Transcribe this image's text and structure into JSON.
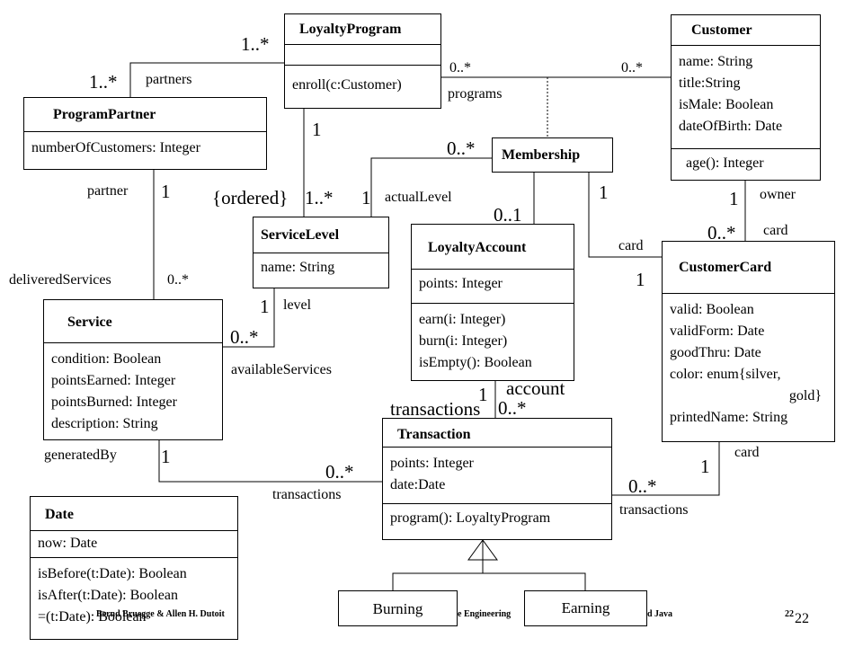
{
  "classes": {
    "loyalty_program": {
      "name": "LoyaltyProgram",
      "operations": [
        "enroll(c:Customer)"
      ]
    },
    "customer": {
      "name": "Customer",
      "attributes": [
        "name: String",
        "title:String",
        "isMale: Boolean",
        "dateOfBirth: Date"
      ],
      "operations": [
        "age(): Integer"
      ]
    },
    "program_partner": {
      "name": "ProgramPartner",
      "attributes": [
        "numberOfCustomers: Integer"
      ]
    },
    "membership": {
      "name": "Membership"
    },
    "service_level": {
      "name": "ServiceLevel",
      "attributes": [
        "name: String"
      ]
    },
    "loyalty_account": {
      "name": "LoyaltyAccount",
      "attributes": [
        "points: Integer"
      ],
      "operations": [
        "earn(i: Integer)",
        "burn(i: Integer)",
        "isEmpty(): Boolean"
      ]
    },
    "customer_card": {
      "name": "CustomerCard",
      "attributes": [
        "valid: Boolean",
        "validForm: Date",
        "goodThru: Date",
        "color: enum{silver,",
        "gold}",
        "printedName: String"
      ]
    },
    "service": {
      "name": "Service",
      "attributes": [
        "condition: Boolean",
        "pointsEarned: Integer",
        "pointsBurned: Integer",
        "description: String"
      ]
    },
    "transaction": {
      "name": "Transaction",
      "attributes": [
        "points: Integer",
        "date:Date"
      ],
      "operations": [
        "program(): LoyaltyProgram"
      ]
    },
    "date": {
      "name": "Date",
      "attributes": [
        "now: Date"
      ],
      "operations": [
        "isBefore(t:Date): Boolean",
        "isAfter(t:Date): Boolean",
        "=(t:Date): Boolean"
      ]
    },
    "burning": {
      "name": "Burning"
    },
    "earning": {
      "name": "Earning"
    }
  },
  "labels": {
    "partners_mult": "1..*",
    "program_mult": "1..*",
    "partners": "partners",
    "programs_mult_a": "0..*",
    "programs_mult_b": "0..*",
    "programs": "programs",
    "lp_level_mult": "1",
    "ordered": "{ordered}",
    "level_many": "1..*",
    "membership_mult": "0..*",
    "actual_mult": "1",
    "actual_level": "actualLevel",
    "account_mult": "0..1",
    "card_from_membership_mult": "1",
    "card_role": "card",
    "card_mult": "1",
    "owner_mult": "1",
    "owner": "owner",
    "cust_card_mult": "0..*",
    "card_label": "card",
    "partner": "partner",
    "partner_mult": "1",
    "delivered_services": "deliveredServices",
    "delivered_mult": "0..*",
    "level_mult": "1",
    "level": "level",
    "available_mult": "0..*",
    "available_services": "availableServices",
    "account_one": "1",
    "account": "account",
    "transactions_top": "transactions",
    "transactions_top_mult": "0..*",
    "generated_by": "generatedBy",
    "generated_mult": "1",
    "service_tx_mult": "0..*",
    "service_tx": "transactions",
    "card_tx_mult_top": "1",
    "card_tx_card": "card",
    "card_tx_mult": "0..*",
    "card_tx": "transactions"
  },
  "footer": {
    "authors": "Bernd Bruegge & Allen H. Dutoit",
    "course": "e Engineering",
    "java": "d Java",
    "small_page": "22",
    "page": "22"
  }
}
